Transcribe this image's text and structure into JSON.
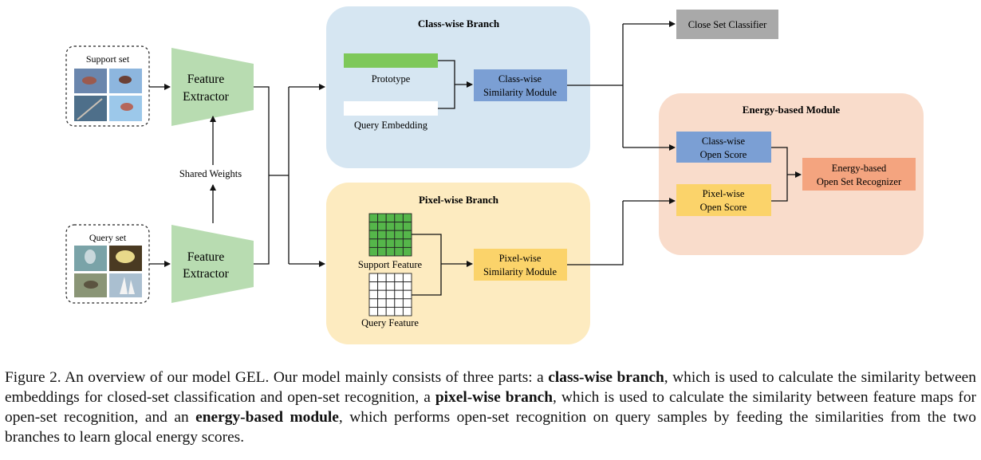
{
  "inputs": {
    "support_set_label": "Support set",
    "query_set_label": "Query set"
  },
  "extractor": {
    "top_line1": "Feature",
    "top_line2": "Extractor",
    "bottom_line1": "Feature",
    "bottom_line2": "Extractor",
    "shared_weights": "Shared Weights"
  },
  "class_branch": {
    "title": "Class-wise Branch",
    "prototype": "Prototype",
    "query_embedding": "Query Embedding",
    "module_line1": "Class-wise",
    "module_line2": "Similarity Module"
  },
  "pixel_branch": {
    "title": "Pixel-wise Branch",
    "support_feature": "Support Feature",
    "query_feature": "Query Feature",
    "module_line1": "Pixel-wise",
    "module_line2": "Similarity Module"
  },
  "close_set_classifier": "Close Set Classifier",
  "energy_module": {
    "title": "Energy-based Module",
    "class_score_line1": "Class-wise",
    "class_score_line2": "Open Score",
    "pixel_score_line1": "Pixel-wise",
    "pixel_score_line2": "Open Score",
    "recognizer_line1": "Energy-based",
    "recognizer_line2": "Open Set Recognizer"
  },
  "caption": {
    "p1": "Figure 2. An overview of our model GEL. Our model mainly consists of three parts: a ",
    "b1": "class-wise branch",
    "p2": ", which is used to calculate the similarity between embeddings for closed-set classification and open-set recognition, a ",
    "b2": "pixel-wise branch",
    "p3": ", which is used to calculate the similarity between feature maps for open-set recognition, and an ",
    "b3": "energy-based module",
    "p4": ", which performs open-set recognition on query samples by feeding the similarities from the two branches to learn glocal energy scores."
  },
  "colors": {
    "class_branch_bg": "#d6e6f2",
    "pixel_branch_bg": "#fdebc0",
    "energy_bg": "#f9dccb",
    "extractor": "#b8dcb1",
    "prototype": "#7ec85a",
    "class_module": "#7b9fd4",
    "pixel_module": "#fbd36a",
    "classifier": "#a9a9a9",
    "recognizer": "#f4a47f",
    "grid_green": "#55b64a"
  }
}
